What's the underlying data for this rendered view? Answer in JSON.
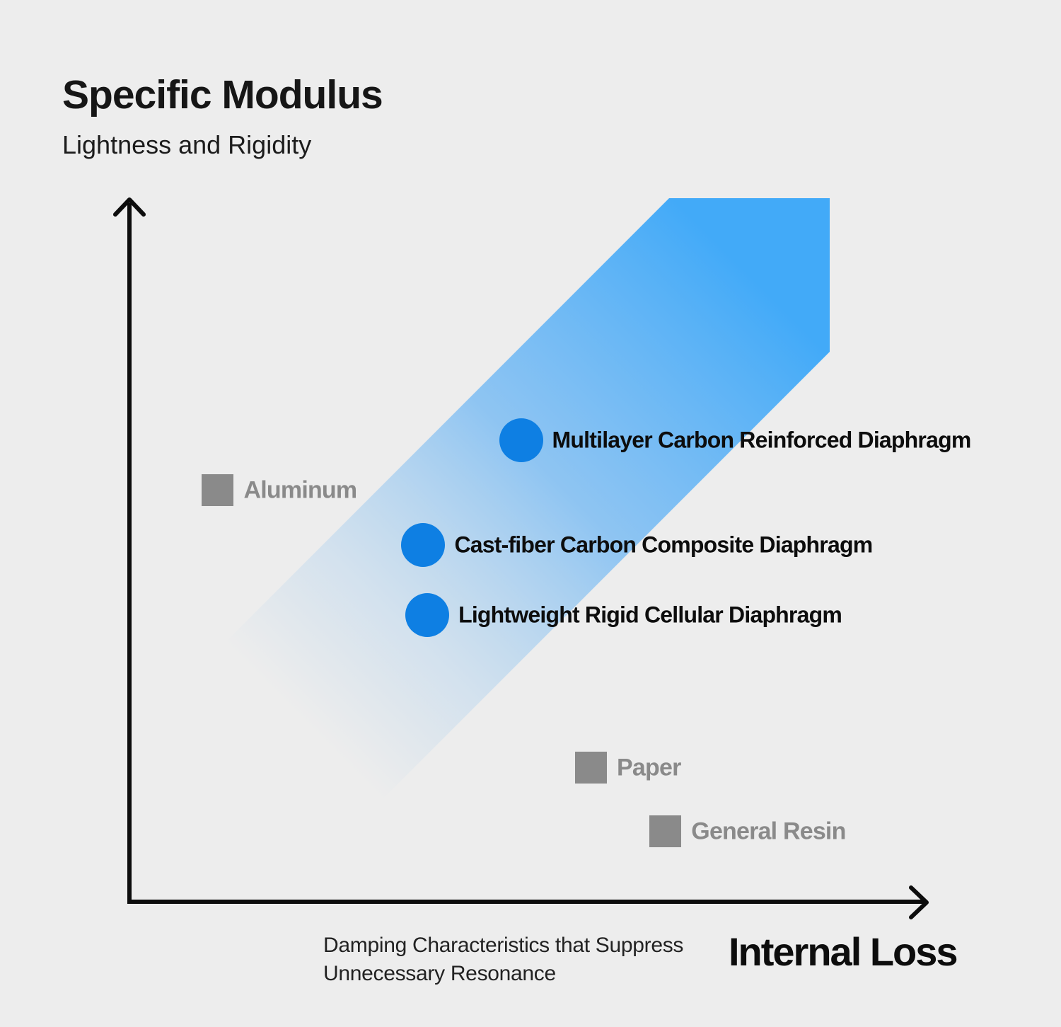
{
  "title": "Specific Modulus",
  "subtitle": "Lightness and Rigidity",
  "x_axis": {
    "label": "Internal Loss",
    "caption_line1": "Damping Characteristics that Suppress",
    "caption_line2": "Unnecessary Resonance"
  },
  "colors": {
    "background": "#ededed",
    "axis": "#0d0d0d",
    "dot_blue": "#0e7fe3",
    "band_blue": "#42aaf8",
    "material_gray": "#8a8a8a",
    "label_black": "#0d0d0d"
  },
  "chart_data": {
    "type": "scatter",
    "title": "Specific Modulus",
    "subtitle": "Lightness and Rigidity",
    "xlabel": "Internal Loss",
    "xlabel_caption": "Damping Characteristics that Suppress Unnecessary Resonance",
    "ylabel": "Specific Modulus (Lightness and Rigidity)",
    "axes_note": "qualitative axes, no tick marks or numeric scale shown; values below are normalized 0-1 plot positions",
    "x_range": [
      0,
      1
    ],
    "y_range": [
      0,
      1
    ],
    "grid": false,
    "series": [
      {
        "name": "highlighted-diaphragms",
        "marker": "circle",
        "color": "#0e7fe3",
        "label_color": "#0d0d0d",
        "points": [
          {
            "label": "Multilayer Carbon Reinforced Diaphragm",
            "x": 0.489,
            "y": 0.655
          },
          {
            "label": "Cast-fiber Carbon Composite Diaphragm",
            "x": 0.367,
            "y": 0.507
          },
          {
            "label": "Lightweight Rigid Cellular Diaphragm",
            "x": 0.372,
            "y": 0.407
          }
        ]
      },
      {
        "name": "conventional-materials",
        "marker": "square",
        "color": "#8a8a8a",
        "label_color": "#8a8a8a",
        "points": [
          {
            "label": "Aluminum",
            "x": 0.11,
            "y": 0.584
          },
          {
            "label": "Paper",
            "x": 0.576,
            "y": 0.19
          },
          {
            "label": "General Resin",
            "x": 0.669,
            "y": 0.1
          }
        ]
      }
    ],
    "trend_band": {
      "shape": "diagonal band at 45 degrees, pointed square-cut tip at upper right, fading to transparent at lower left",
      "direction": "lower-left to upper-right",
      "color": "#42aaf8"
    }
  }
}
